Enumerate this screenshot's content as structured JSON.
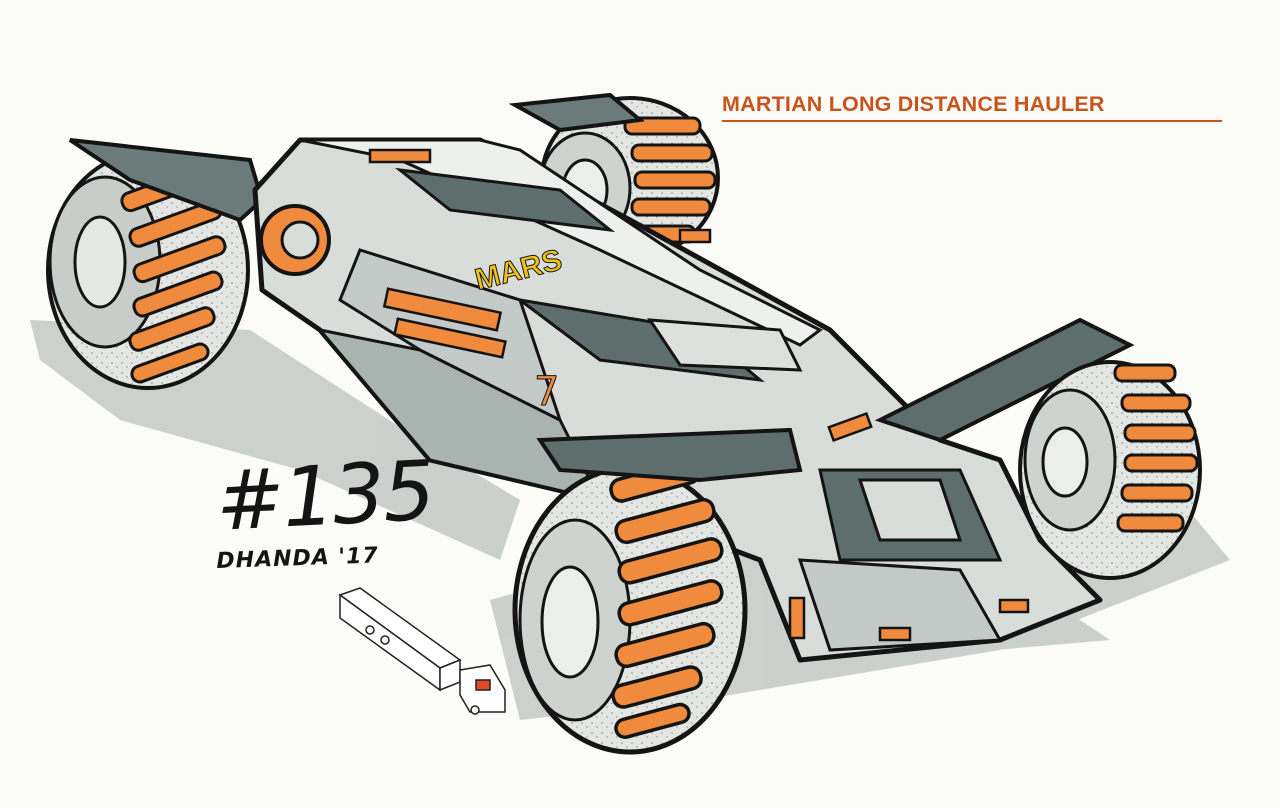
{
  "title": "MARTIAN LONG DISTANCE HAULER",
  "sketch_number": "#135",
  "signature": "DHANDA '17",
  "logo_text": "MARS",
  "vehicle_number": "7",
  "colors": {
    "accent_orange": "#f08a3c",
    "title_orange": "#c9531c",
    "hull_grey": "#d9ddd9",
    "panel_dark": "#5d6e6c",
    "ink": "#141414",
    "logo_yellow": "#f2c21a"
  }
}
